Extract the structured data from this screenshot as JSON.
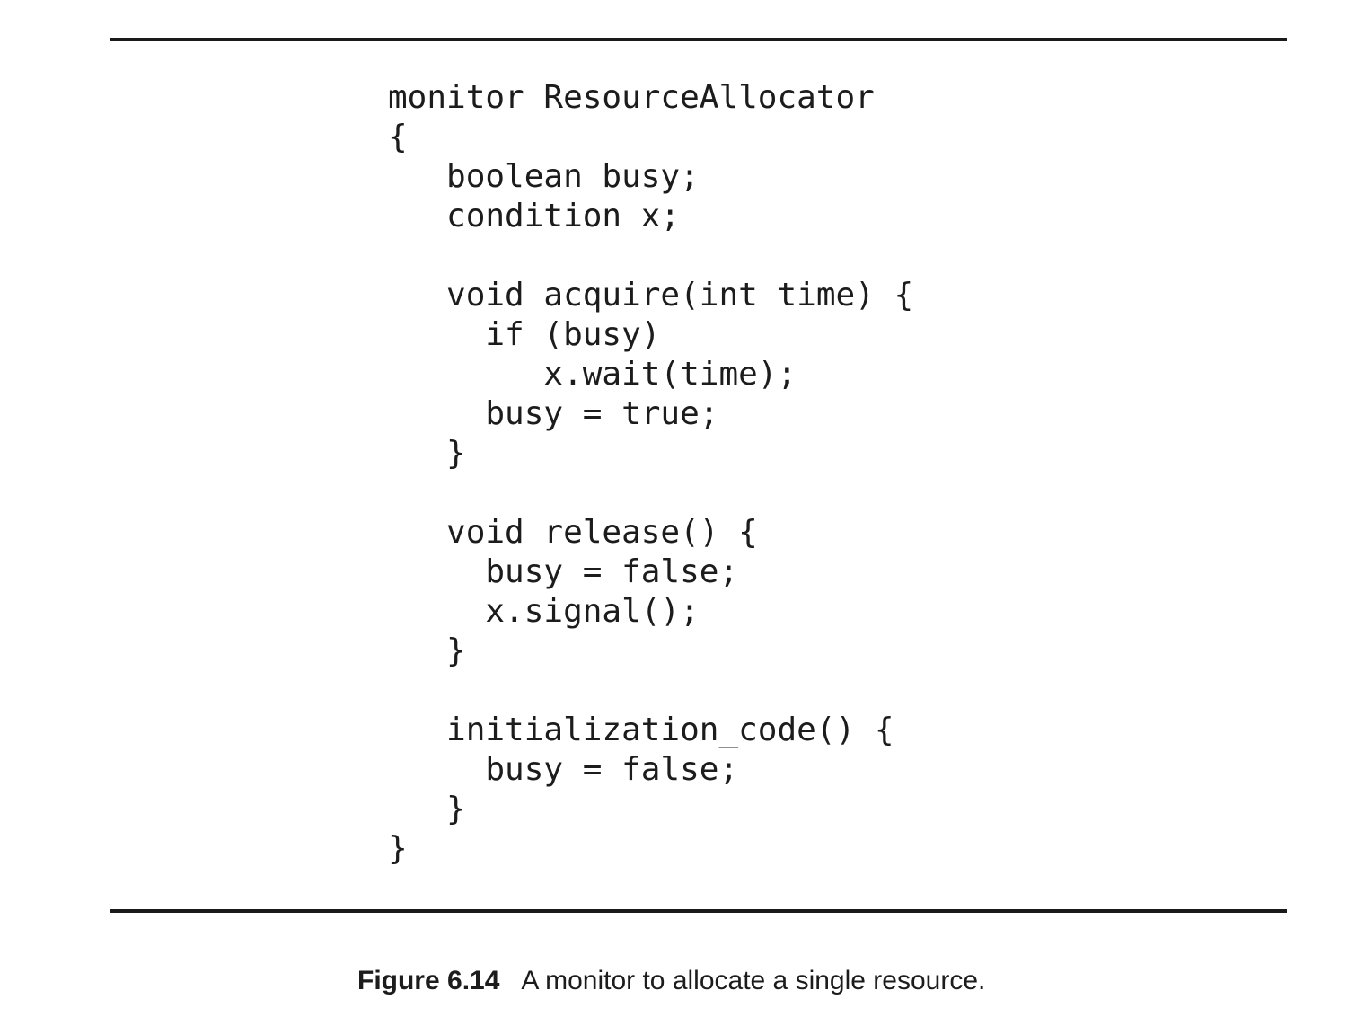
{
  "figure": {
    "code_lines": [
      "monitor ResourceAllocator",
      "{",
      "   boolean busy;",
      "   condition x;",
      "",
      "   void acquire(int time) {",
      "     if (busy)",
      "        x.wait(time);",
      "     busy = true;",
      "   }",
      "",
      "   void release() {",
      "     busy = false;",
      "     x.signal();",
      "   }",
      "",
      "   initialization_code() {",
      "     busy = false;",
      "   }",
      "}"
    ],
    "caption": {
      "label": "Figure 6.14",
      "text": "A monitor to allocate a single resource."
    }
  },
  "colors": {
    "text": "#1c1c1c",
    "rule": "#1a1a1a",
    "background": "#ffffff"
  }
}
